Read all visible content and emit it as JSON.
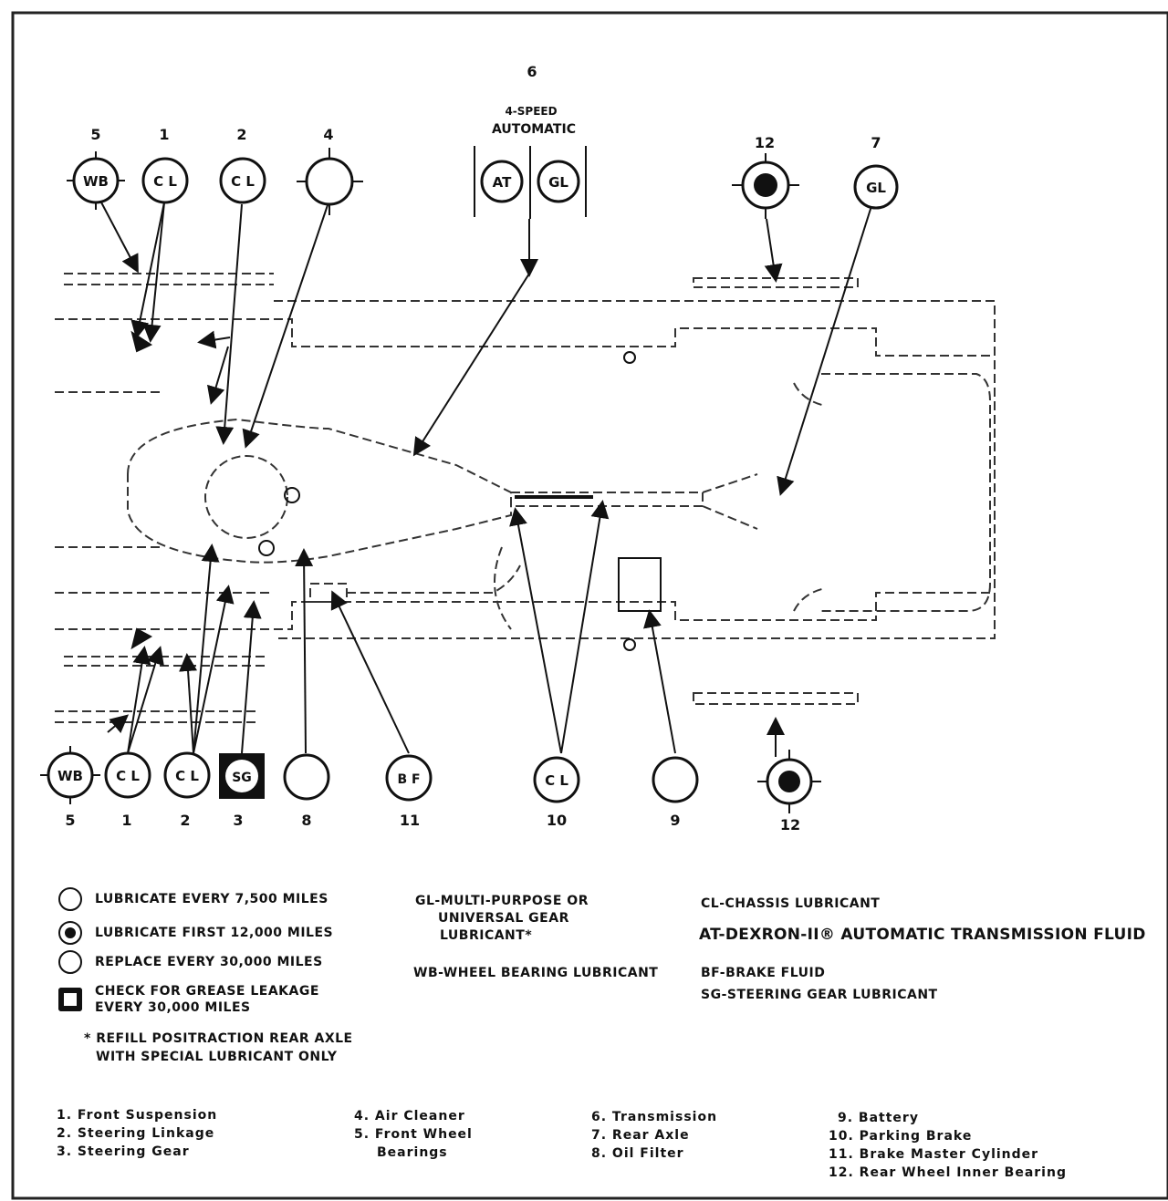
{
  "top_callouts": [
    {
      "number": "5",
      "code": "WB"
    },
    {
      "number": "1",
      "code": "C L"
    },
    {
      "number": "2",
      "code": "C L"
    },
    {
      "number": "4",
      "code": ""
    },
    {
      "number": "12",
      "code": ""
    },
    {
      "number": "7",
      "code": "GL"
    }
  ],
  "transmission_callout": {
    "number": "6",
    "title_line1": "4-SPEED",
    "title_line2": "AUTOMATIC",
    "code_left": "AT",
    "code_right": "GL"
  },
  "bottom_callouts": [
    {
      "number": "5",
      "code": "WB"
    },
    {
      "number": "1",
      "code": "C L"
    },
    {
      "number": "2",
      "code": "C L"
    },
    {
      "number": "3",
      "code": "SG"
    },
    {
      "number": "8",
      "code": ""
    },
    {
      "number": "11",
      "code": "B F"
    },
    {
      "number": "10",
      "code": "C L"
    },
    {
      "number": "9",
      "code": ""
    },
    {
      "number": "12",
      "code": ""
    }
  ],
  "legend_symbols": [
    {
      "text": "LUBRICATE EVERY 7,500 MILES"
    },
    {
      "text": "LUBRICATE FIRST 12,000 MILES"
    },
    {
      "text": "REPLACE EVERY 30,000 MILES"
    },
    {
      "text_line1": "CHECK FOR GREASE LEAKAGE",
      "text_line2": "EVERY 30,000 MILES"
    }
  ],
  "footnote": {
    "line1": "* REFILL POSITRACTION REAR AXLE",
    "line2": "WITH SPECIAL LUBRICANT ONLY"
  },
  "lubricant_codes_middle": {
    "gl_line1": "GL-MULTI-PURPOSE OR",
    "gl_line2": "UNIVERSAL GEAR",
    "gl_line3": "LUBRICANT*",
    "wb": "WB-WHEEL BEARING LUBRICANT"
  },
  "lubricant_codes_right": {
    "cl": "CL-CHASSIS LUBRICANT",
    "at": "AT-DEXRON-II® AUTOMATIC TRANSMISSION FLUID",
    "bf": "BF-BRAKE FLUID",
    "sg": "SG-STEERING GEAR LUBRICANT"
  },
  "key": {
    "col1": [
      "1.  Front Suspension",
      "2.  Steering Linkage",
      "3.  Steering Gear"
    ],
    "col2": [
      "4.  Air Cleaner",
      "5.  Front Wheel",
      "Bearings"
    ],
    "col3": [
      "6.  Transmission",
      "7.  Rear Axle",
      "8.  Oil Filter"
    ],
    "col4": [
      "9.  Battery",
      "10.  Parking Brake",
      "11.  Brake Master Cylinder",
      "12.  Rear Wheel Inner Bearing"
    ]
  }
}
